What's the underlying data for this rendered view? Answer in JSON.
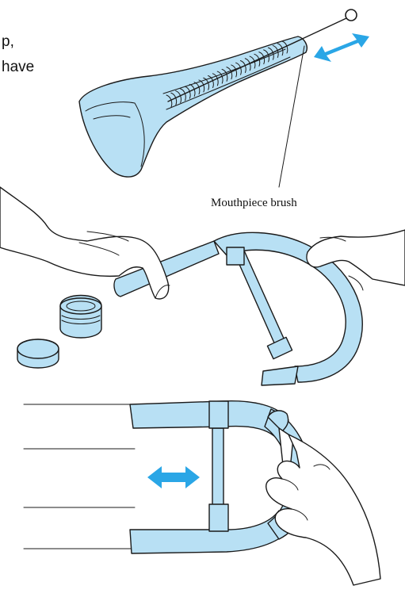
{
  "text_fragments": {
    "line1": "p,",
    "line2": "have"
  },
  "labels": {
    "mouthpiece_brush": "Mouthpiece brush"
  },
  "colors": {
    "part_fill": "#b8e0f4",
    "arrow": "#2aa6e6",
    "outline": "#1a1a1a",
    "skin": "#ffffff"
  },
  "icons": {
    "motion_arrow": "double-headed-arrow"
  }
}
